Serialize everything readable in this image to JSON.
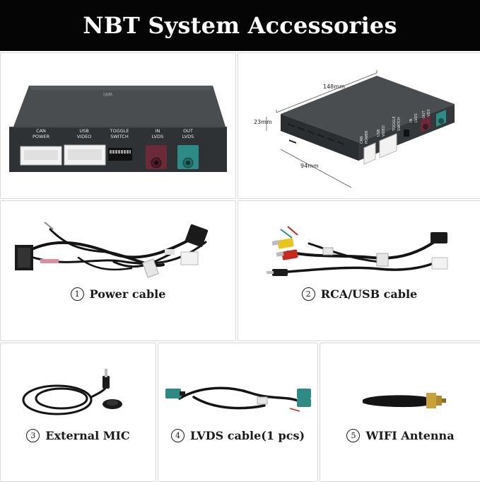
{
  "header": {
    "title": "NBT System Accessories"
  },
  "device_front": {
    "top_label": "WIFI",
    "ports": [
      {
        "label_line1": "CAN",
        "label_line2": "POWER"
      },
      {
        "label_line1": "USB",
        "label_line2": "VIDEO"
      },
      {
        "label_line1": "TOGGLE",
        "label_line2": "SWITCH"
      },
      {
        "label_line1": "IN",
        "label_line2": "LVDS"
      },
      {
        "label_line1": "OUT",
        "label_line2": "LVDS"
      }
    ]
  },
  "device_dimensions": {
    "length": "148mm",
    "height": "23mm",
    "depth": "94mm",
    "ports": [
      {
        "label_line1": "CAN",
        "label_line2": "POWER"
      },
      {
        "label_line1": "USB",
        "label_line2": "VIDEO"
      },
      {
        "label_line1": "TOGGLE",
        "label_line2": "SWITCH"
      },
      {
        "label_line1": "IN",
        "label_line2": "LVDS"
      },
      {
        "label_line1": "OUT",
        "label_line2": "LVDS"
      }
    ]
  },
  "items": [
    {
      "number": "1",
      "label": "Power cable"
    },
    {
      "number": "2",
      "label": "RCA/USB cable"
    },
    {
      "number": "3",
      "label": "External MIC"
    },
    {
      "number": "4",
      "label": "LVDS cable(1 pcs)"
    },
    {
      "number": "5",
      "label": "WIFI Antenna"
    }
  ],
  "colors": {
    "header_bg": "#050505",
    "device_body": "#3a3d40",
    "connector_white": "#f2f2f2",
    "lvds_in": "#6b2a3a",
    "lvds_out": "#2e8a84",
    "cable": "#141414",
    "rca_yellow": "#e8c51a",
    "rca_red": "#c42a1e",
    "antenna_gold": "#c9a13b"
  }
}
